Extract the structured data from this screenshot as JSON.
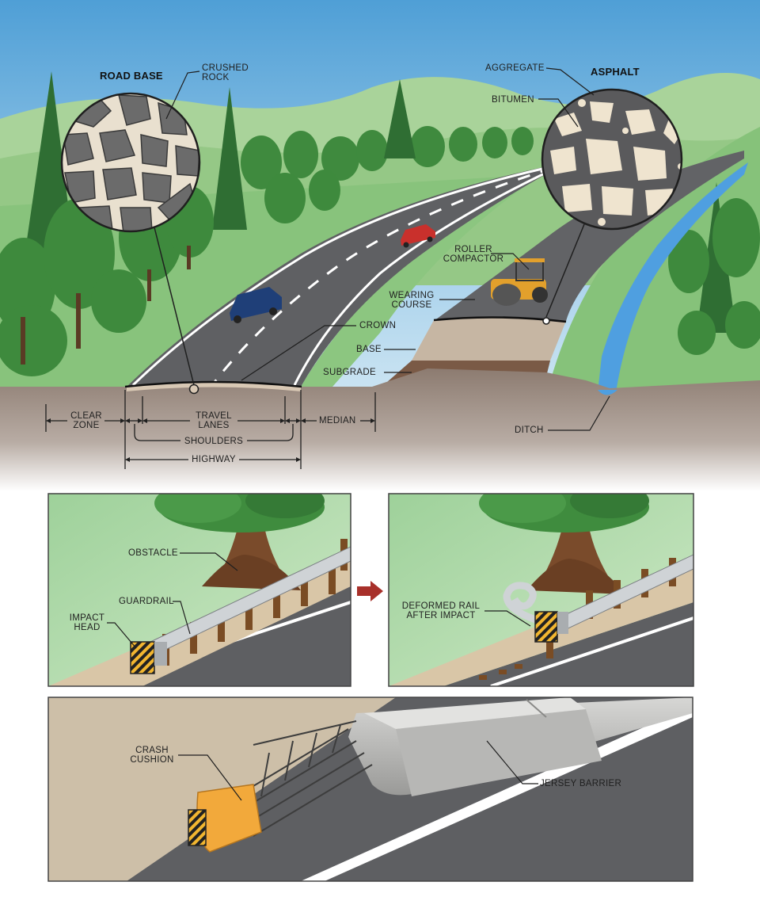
{
  "top": {
    "road_base_title": "ROAD BASE",
    "crushed_rock": "CRUSHED\nROCK",
    "asphalt_title": "ASPHALT",
    "aggregate": "AGGREGATE",
    "bitumen": "BITUMEN",
    "roller_compactor": "ROLLER\nCOMPACTOR",
    "wearing_course": "WEARING\nCOURSE",
    "crown": "CROWN",
    "base": "BASE",
    "subgrade": "SUBGRADE",
    "clear_zone": "CLEAR\nZONE",
    "travel_lanes": "TRAVEL\nLANES",
    "median": "MEDIAN",
    "shoulders": "SHOULDERS",
    "highway": "HIGHWAY",
    "ditch": "DITCH"
  },
  "guardrail_panel": {
    "obstacle": "OBSTACLE",
    "guardrail": "GUARDRAIL",
    "impact_head": "IMPACT\nHEAD"
  },
  "impact_panel": {
    "deformed_rail": "DEFORMED RAIL\nAFTER IMPACT"
  },
  "barrier_panel": {
    "crash_cushion": "CRASH\nCUSHION",
    "jersey_barrier": "JERSEY BARRIER"
  },
  "colors": {
    "sky_top": "#5aa6d8",
    "grass": "#86c47c",
    "asphalt": "#5f6063",
    "cushion_orange": "#f2a93b",
    "arrow_red": "#a8302a",
    "ditch_water": "#4f9fe0"
  }
}
